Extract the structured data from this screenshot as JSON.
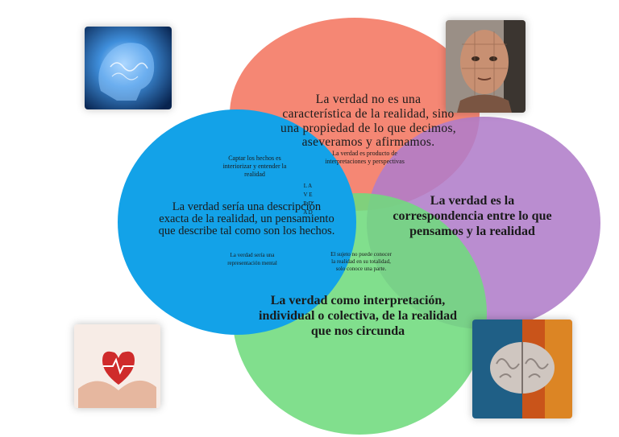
{
  "colors": {
    "red_circle": "#f47a65",
    "purple_circle": "#b07dc9",
    "green_circle": "#76dd82",
    "blue_circle": "#1aa0e6"
  },
  "icons": [
    "brain-digital-icon",
    "puzzle-face-icon",
    "heart-hands-icon",
    "brain-fire-icon"
  ],
  "circles": {
    "red": "La verdad no es una característica de la realidad, sino una propiedad de lo que decimos, aseveramos y afirmamos.",
    "purple": "La verdad es la correspondencia entre lo que pensamos y la realidad",
    "green": "La verdad como interpretación, individual o colectiva, de la realidad que nos circunda",
    "blue": "La verdad sería una descripción exacta de la realidad, un pensamiento que describe tal como son los hechos."
  },
  "small_notes": {
    "captar": "Captar los hechos es interiorizar y entender la realidad",
    "producto": "La verdad es producto de interpretaciones y perspectivas",
    "sujeto": "El sujeto no puede conocer la realidad en su totalidad, solo conoce una parte.",
    "mental": "La verdad sería una representación mental",
    "vertical": "L A V E R D A D"
  }
}
